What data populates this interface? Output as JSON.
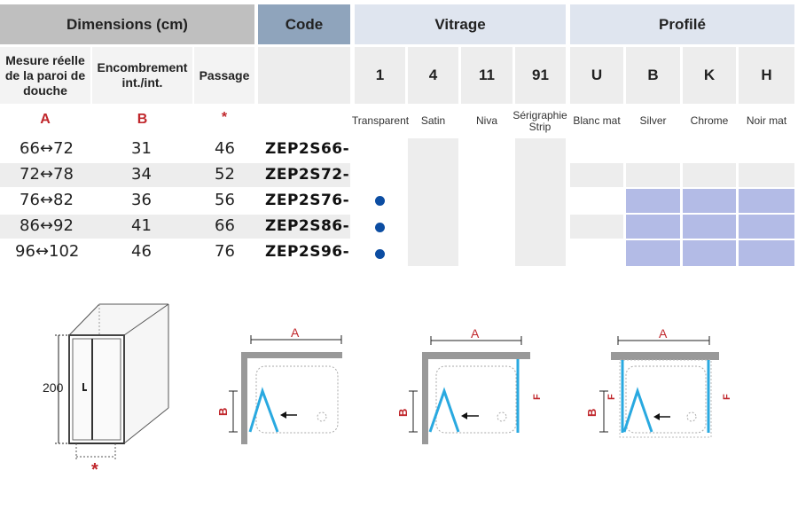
{
  "headers": {
    "dimensions": "Dimensions (cm)",
    "code": "Code",
    "vitrage": "Vitrage",
    "profile": "Profilé"
  },
  "subheaders": {
    "mesure": "Mesure réelle de la paroi de douche",
    "encombrement": "Encombrement int./int.",
    "passage": "Passage",
    "vitrage_codes": [
      "1",
      "4",
      "11",
      "91"
    ],
    "profile_codes": [
      "U",
      "B",
      "K",
      "H"
    ]
  },
  "labels": {
    "col_a": "A",
    "col_b": "B",
    "col_star": "*",
    "vitrage_names": [
      "Transparent",
      "Satin",
      "Niva",
      "Sérigraphie Strip"
    ],
    "profile_names": [
      "Blanc mat",
      "Silver",
      "Chrome",
      "Noir mat"
    ]
  },
  "rows": [
    {
      "mesure": "66↔72",
      "encombrement": "31",
      "passage": "46",
      "code": "ZEP2S66-",
      "transparent": false
    },
    {
      "mesure": "72↔78",
      "encombrement": "34",
      "passage": "52",
      "code": "ZEP2S72-",
      "transparent": false
    },
    {
      "mesure": "76↔82",
      "encombrement": "36",
      "passage": "56",
      "code": "ZEP2S76-",
      "transparent": true
    },
    {
      "mesure": "86↔92",
      "encombrement": "41",
      "passage": "66",
      "code": "ZEP2S86-",
      "transparent": true
    },
    {
      "mesure": "96↔102",
      "encombrement": "46",
      "passage": "76",
      "code": "ZEP2S96-",
      "transparent": true
    }
  ],
  "colors": {
    "header_dark": "#bfbfbf",
    "header_code": "#8fa4bc",
    "header_light": "#dfe5ef",
    "cell_gray": "#ededed",
    "cell_blue": "#b3bbe6",
    "dot": "#0c4da2",
    "accent_red": "#c0262b",
    "glass_blue": "#29a9e0"
  },
  "diagrams": {
    "height_label": "200",
    "star": "*",
    "a": "A",
    "b": "B",
    "f": "F"
  }
}
